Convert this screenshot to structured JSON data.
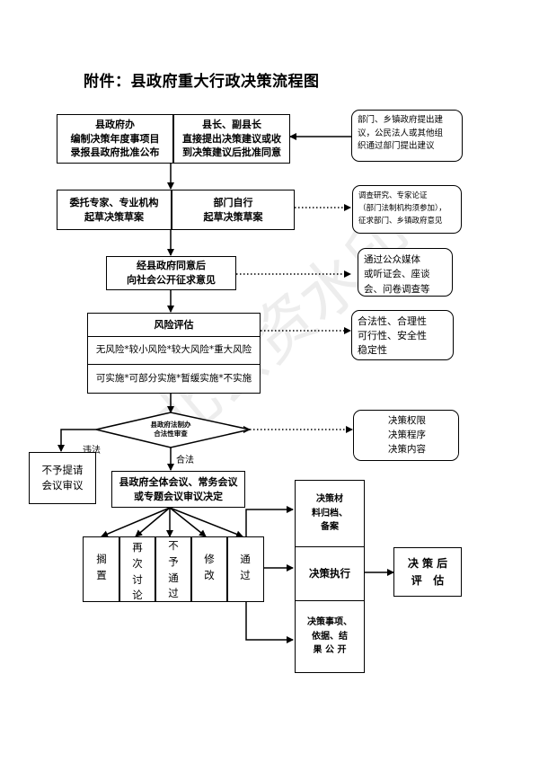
{
  "title": "附件：县政府重大行政决策流程图",
  "watermark": "北会资水印",
  "nodes": {
    "n1_left": "县政府办\n编制决策年度事项目\n录报县政府批准公布",
    "n1_right": "县长、副县长\n直接提出决策建议或收\n到决策建议后批准同意",
    "n1_note": "部门、乡镇政府提出建\n议，公民法人或其他组\n织通过部门提出建议",
    "n2_left": "委托专家、专业机构\n起草决策草案",
    "n2_right": "部门自行\n起草决策草案",
    "n2_note": "调查研究、专家论证\n（部门法制机构须参加），\n征求部门、乡镇政府意见",
    "n3": "经县政府同意后\n向社会公开征求意见",
    "n3_note": "通过公众媒体\n或听证会、座谈\n会、问卷调查等",
    "risk_title": "风险评估",
    "risk_levels": "无风险*较小风险*较大风险*重大风险",
    "risk_actions": "可实施*可部分实施*暂缓实施*不实施",
    "risk_note": "合法性、合理性\n可行性、安全性\n稳定性",
    "legality": "县政府法制办\n合法性审查",
    "legality_note": "决策权限\n决策程序\n决策内容",
    "illegal_label": "违法",
    "legal_label": "合法",
    "reject": "不予提请\n会议审议",
    "meeting": "县政府全体会议、常务会议\n或专题会议审议决定",
    "outcomes": [
      "搁置",
      "再次讨论",
      "不予通过",
      "修改",
      "通过"
    ],
    "archive": "决策材\n料归档、\n备案",
    "execute": "决策执行",
    "publish": "决策事项、\n依据、结\n果 公 开",
    "post_eval": "决 策 后\n评   估"
  }
}
